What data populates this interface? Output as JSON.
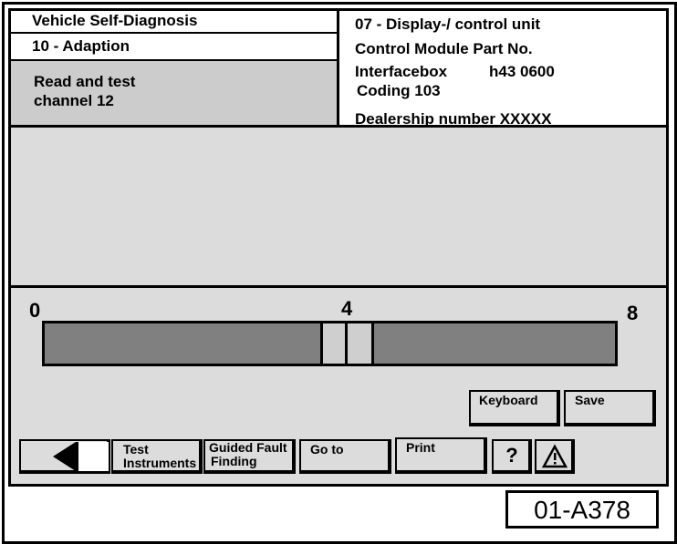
{
  "header": {
    "title": "Vehicle Self-Diagnosis",
    "function": "10 - Adaption",
    "description_line1": "Read and test",
    "description_line2": "channel 12"
  },
  "info": {
    "unit": "07 - Display-/ control unit",
    "part_label": "Control Module Part No.",
    "interface_label": "Interfacebox",
    "interface_value": "h43  0600",
    "coding": "Coding 103",
    "dealership": "Dealership number XXXXX"
  },
  "scale": {
    "min_label": "0",
    "mid_label": "4",
    "max_label": "8",
    "min": 0,
    "max": 8,
    "value": 4
  },
  "buttons": {
    "keyboard": "Keyboard",
    "save": "Save",
    "test_instruments_1": "Test",
    "test_instruments_2": "Instruments",
    "guided_fault_1": "Guided Fault",
    "guided_fault_2": "Finding",
    "goto": "Go to",
    "print": "Print",
    "help": "?"
  },
  "icons": {
    "back": "back-arrow-icon",
    "warning": "warning-triangle-icon"
  },
  "figure_code": "01-A378"
}
